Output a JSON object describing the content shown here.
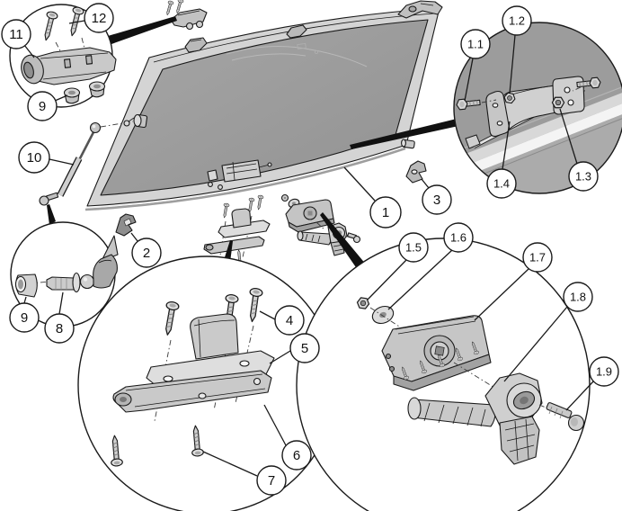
{
  "diagram": {
    "callouts": {
      "c1": "1",
      "c2": "2",
      "c3": "3",
      "c4": "4",
      "c5": "5",
      "c6": "6",
      "c7": "7",
      "c8": "8",
      "c9_upper": "9",
      "c9_lower": "9",
      "c10": "10",
      "c11": "11",
      "c12": "12",
      "c1_1": "1.1",
      "c1_2": "1.2",
      "c1_3": "1.3",
      "c1_4": "1.4",
      "c1_5": "1.5",
      "c1_6": "1.6",
      "c1_7": "1.7",
      "c1_8": "1.8",
      "c1_9": "1.9"
    },
    "colors": {
      "background": "#ffffff",
      "line": "#1a1a1a",
      "glass": "#9c9c9c",
      "frame": "#d4d4d4",
      "part_light": "#d0d0d0",
      "part_mid": "#c0c0c0",
      "part_dark": "#8e8e8e"
    }
  }
}
